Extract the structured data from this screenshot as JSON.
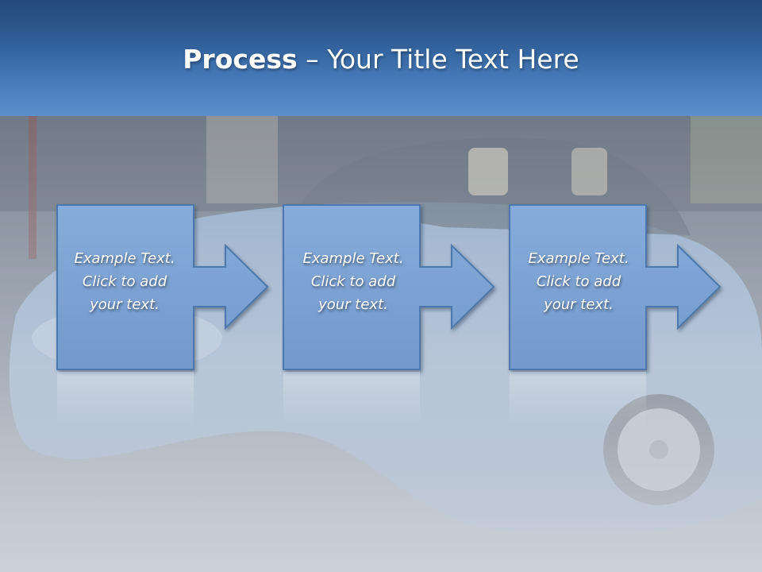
{
  "slide": {
    "title_bold": "Process",
    "title_rest": " – Your Title Text Here",
    "background_image": "blue-sports-car-photo",
    "colors": {
      "header_top": "#244a79",
      "header_bottom": "#5a8fcc",
      "box_fill": "#7ea6d8",
      "box_border": "#4e78ad",
      "text": "#ffffff"
    },
    "steps": [
      {
        "line1": "Example Text.",
        "line2": "Click  to add",
        "line3": "your text."
      },
      {
        "line1": "Example Text.",
        "line2": "Click  to add",
        "line3": "your text."
      },
      {
        "line1": "Example Text.",
        "line2": "Click  to add",
        "line3": "your text."
      }
    ]
  }
}
